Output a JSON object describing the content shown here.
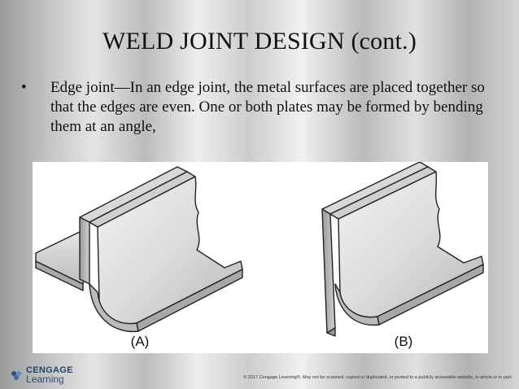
{
  "slide": {
    "title": "WELD JOINT DESIGN (cont.)",
    "bullet_symbol": "•",
    "bullet_text": "Edge joint—In an edge joint, the metal surfaces are placed together so that the edges are even. One or both plates may be formed by bending them at an angle,"
  },
  "figure": {
    "label_a": "(A)",
    "label_b": "(B)"
  },
  "footer": {
    "logo_word1": "CENGAGE",
    "logo_word2": "Learning",
    "copyright": "© 2017 Cengage Learning®. May not be scanned, copied or duplicated, or posted to a publicly accessible website, in whole or in part."
  },
  "colors": {
    "logo_blue": "#2a4f7a",
    "text": "#111111"
  },
  "icons": {
    "logo": "cengage-logo-icon"
  }
}
